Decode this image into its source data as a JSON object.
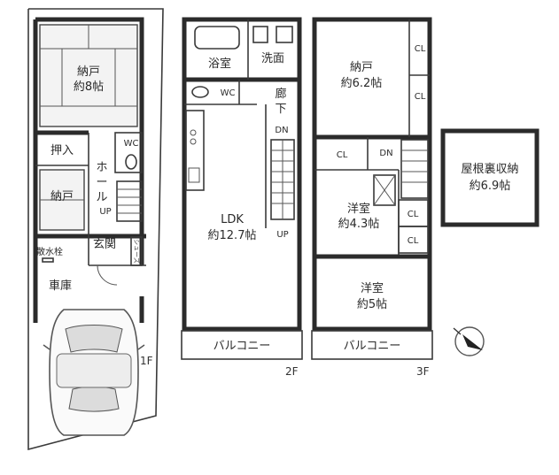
{
  "floors": {
    "f1": {
      "label": "1F",
      "rooms": {
        "storage_8": [
          "納戸",
          "約8帖"
        ],
        "oshiire": "押入",
        "storage_small": "納戸",
        "wc": "WC",
        "hall": [
          "ホ",
          "ー",
          "ル"
        ],
        "up": "UP",
        "genkan": "玄関",
        "garage": "車庫",
        "hydrant": "散水栓",
        "shoe": "シューズ"
      }
    },
    "f2": {
      "label": "2F",
      "rooms": {
        "bath": "浴室",
        "wash": "洗面",
        "wc": "WC",
        "corridor": [
          "廊",
          "下"
        ],
        "dn": "DN",
        "ldk": [
          "LDK",
          "約12.7帖"
        ],
        "up": "UP",
        "balcony": "バルコニー"
      }
    },
    "f3": {
      "label": "3F",
      "rooms": {
        "storage": [
          "納戸",
          "約6.2帖"
        ],
        "cl": "CL",
        "dn": "DN",
        "western_43": [
          "洋室",
          "約4.3帖"
        ],
        "western_5": [
          "洋室",
          "約5帖"
        ],
        "balcony": "バルコニー"
      }
    },
    "attic": [
      "屋根裏収納",
      "約6.9帖"
    ]
  },
  "icons": [
    "car-icon",
    "compass-icon",
    "toilet-icon",
    "bathtub-icon",
    "sink-icon",
    "stove-icon"
  ]
}
